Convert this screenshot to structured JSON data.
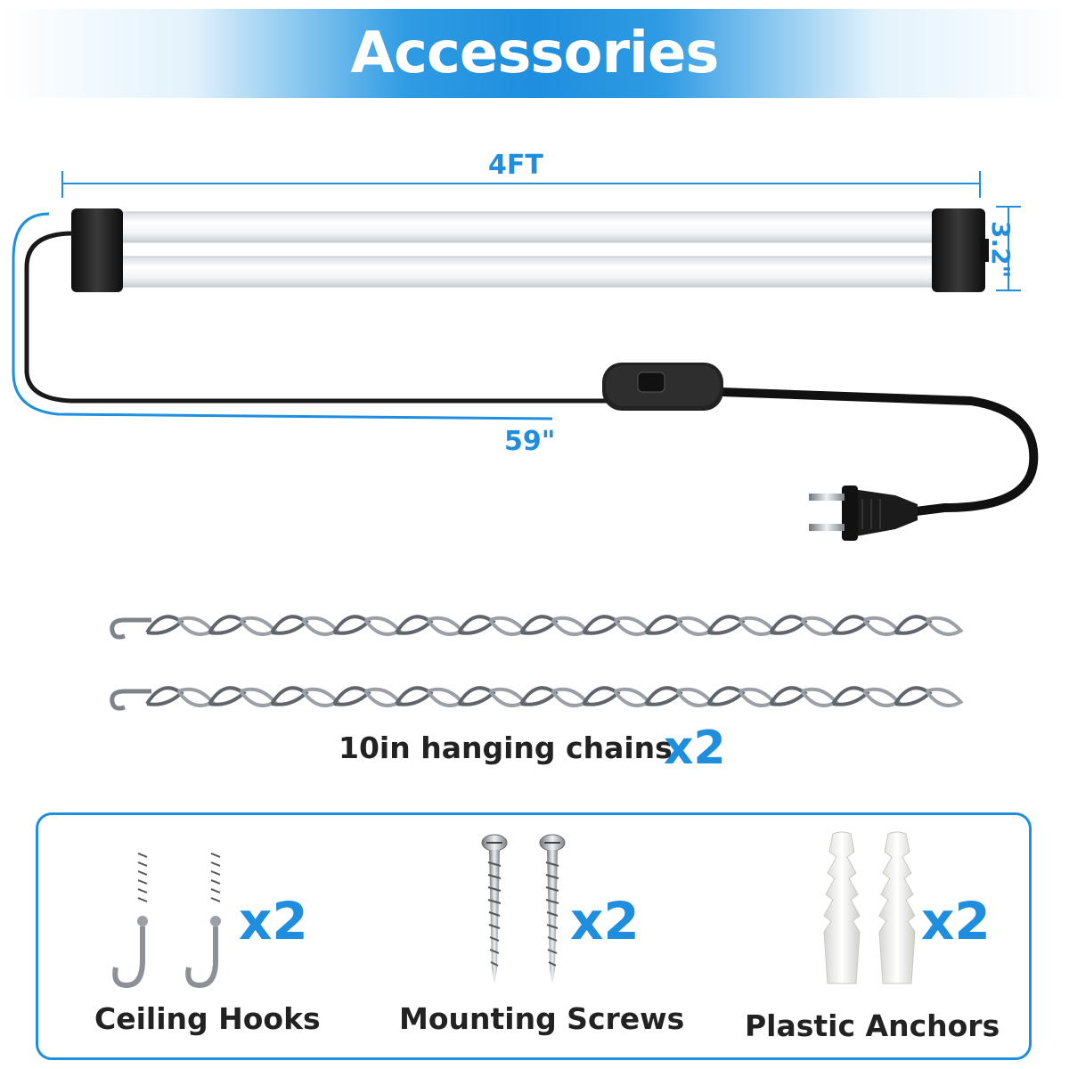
{
  "header": {
    "title": "Accessories"
  },
  "light": {
    "length_label": "4FT",
    "height_label": "3.2\"",
    "cord_label": "59\""
  },
  "chains": {
    "caption": "10in hanging chains",
    "quantity": "x2"
  },
  "accessories": [
    {
      "name": "Ceiling Hooks",
      "quantity": "x2",
      "icon": "ceiling-hook-icon"
    },
    {
      "name": "Mounting Screws",
      "quantity": "x2",
      "icon": "screw-icon"
    },
    {
      "name": "Plastic Anchors",
      "quantity": "x2",
      "icon": "plastic-anchor-icon"
    }
  ],
  "colors": {
    "accent": "#1f8ede",
    "text": "#222222",
    "fixture": "#1a1a1a"
  }
}
